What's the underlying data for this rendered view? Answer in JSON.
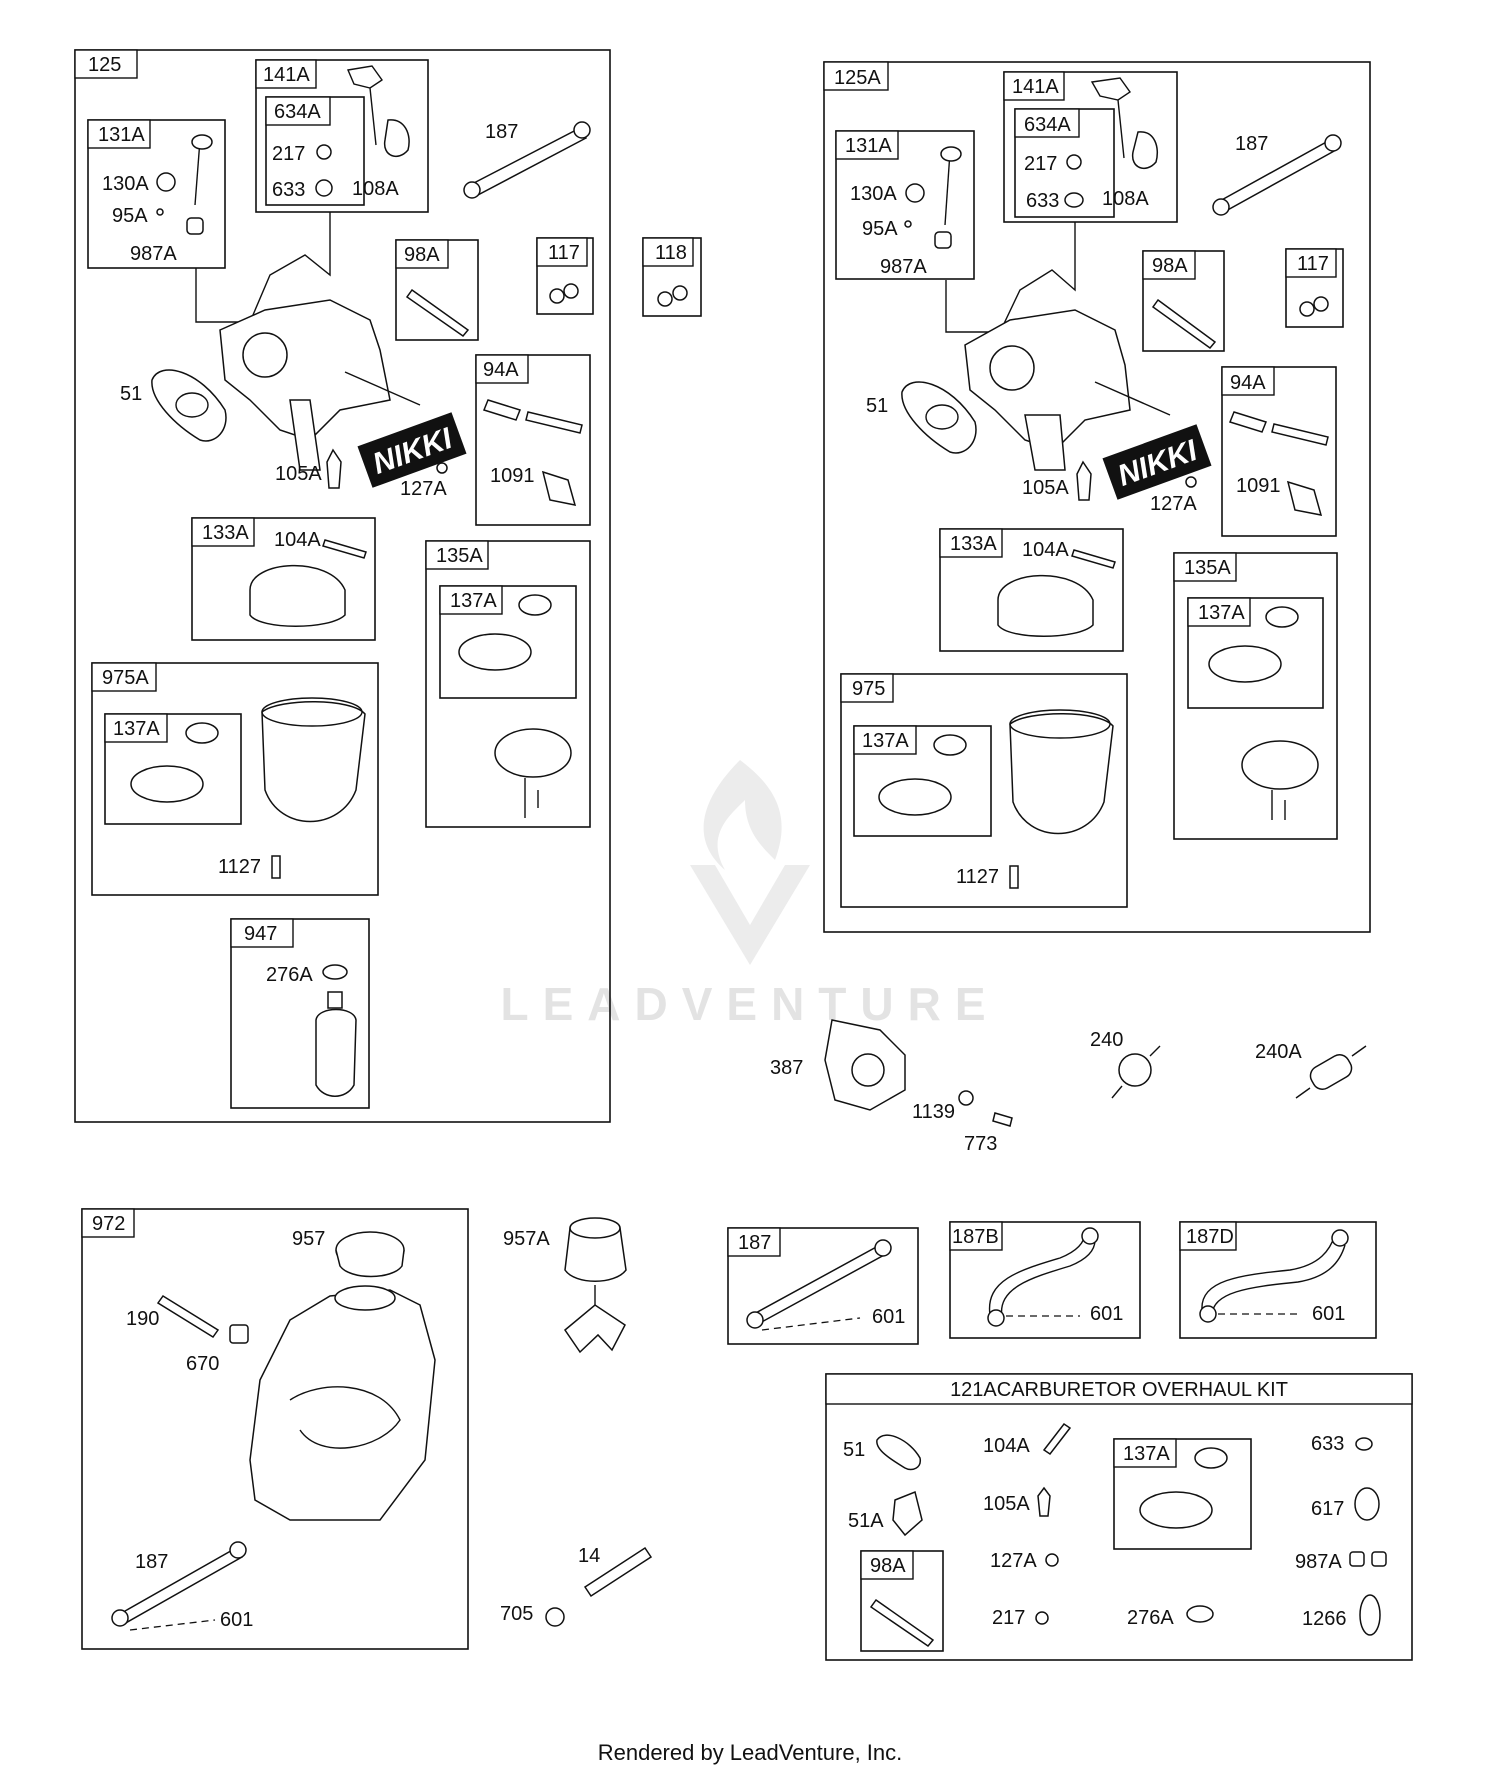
{
  "watermark": {
    "text": "LEADVENTURE"
  },
  "footer": {
    "text": "Rendered by LeadVenture, Inc."
  },
  "brand_plate": "NIKKI",
  "left_carb": {
    "box": "125",
    "groups": {
      "g141A": "141A",
      "g634A": "634A",
      "g131A": "131A",
      "g98A": "98A",
      "g117": "117",
      "g118": "118",
      "g94A": "94A",
      "g133A": "133A",
      "g135A": "135A",
      "g137A_a": "137A",
      "g975A": "975A",
      "g137A_b": "137A",
      "g947": "947"
    },
    "parts": {
      "p217": "217",
      "p633": "633",
      "p108A": "108A",
      "p187": "187",
      "p130A": "130A",
      "p95A": "95A",
      "p987A": "987A",
      "p51": "51",
      "p105A": "105A",
      "p127A": "127A",
      "p1091": "1091",
      "p104A": "104A",
      "p1127": "1127",
      "p276A": "276A"
    }
  },
  "right_carb": {
    "box": "125A",
    "groups": {
      "g141A": "141A",
      "g634A": "634A",
      "g131A": "131A",
      "g98A": "98A",
      "g117": "117",
      "g94A": "94A",
      "g133A": "133A",
      "g135A": "135A",
      "g137A_a": "137A",
      "g975": "975",
      "g137A_b": "137A"
    },
    "parts": {
      "p217": "217",
      "p633": "633",
      "p108A": "108A",
      "p187": "187",
      "p130A": "130A",
      "p95A": "95A",
      "p987A": "987A",
      "p51": "51",
      "p105A": "105A",
      "p127A": "127A",
      "p1091": "1091",
      "p104A": "104A",
      "p1127": "1127"
    }
  },
  "fuel_pump": {
    "p387": "387",
    "p1139": "1139",
    "p773": "773",
    "p240": "240",
    "p240A": "240A"
  },
  "tank": {
    "box": "972",
    "parts": {
      "p957": "957",
      "p190": "190",
      "p670": "670",
      "p187": "187",
      "p601": "601"
    }
  },
  "loose": {
    "p957A": "957A",
    "p14": "14",
    "p705": "705"
  },
  "lines": {
    "l187": {
      "box": "187",
      "part": "601"
    },
    "l187B": {
      "box": "187B",
      "part": "601"
    },
    "l187D": {
      "box": "187D",
      "part": "601"
    }
  },
  "kit": {
    "title": "121ACARBURETOR OVERHAUL KIT",
    "parts": {
      "p51": "51",
      "p51A": "51A",
      "g98A": "98A",
      "p104A": "104A",
      "p105A": "105A",
      "p127A": "127A",
      "p217": "217",
      "g137A": "137A",
      "p276A": "276A",
      "p633": "633",
      "p617": "617",
      "p987A": "987A",
      "p1266": "1266"
    }
  }
}
